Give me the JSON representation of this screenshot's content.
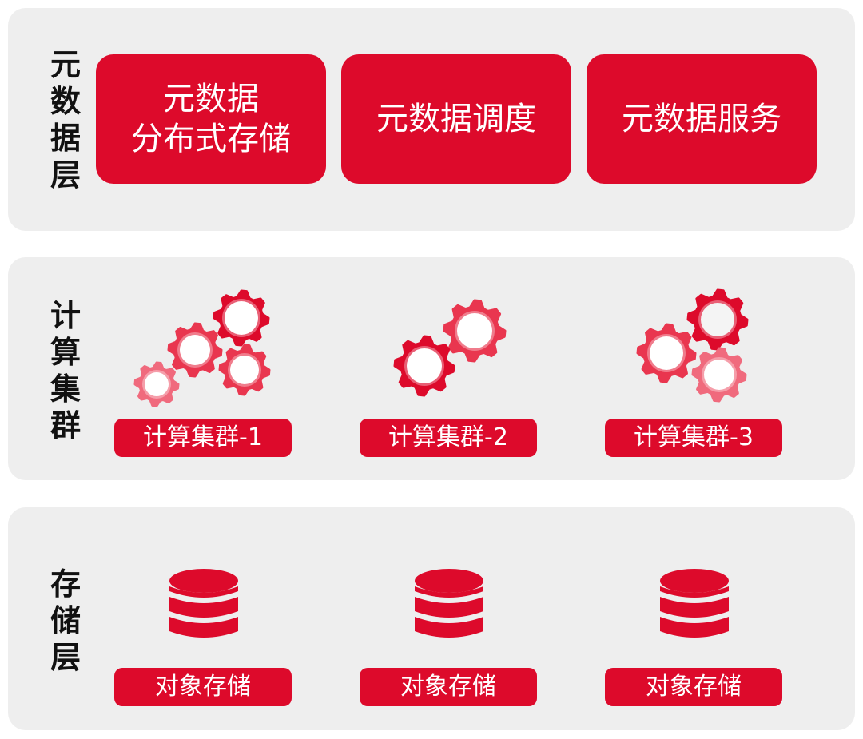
{
  "metadata_layer": {
    "label": "元数据层",
    "boxes": [
      {
        "text": "元数据\n分布式存储"
      },
      {
        "text": "元数据调度"
      },
      {
        "text": "元数据服务"
      }
    ]
  },
  "compute_layer": {
    "label": "计算集群",
    "clusters": [
      {
        "label": "计算集群-1"
      },
      {
        "label": "计算集群-2"
      },
      {
        "label": "计算集群-3"
      }
    ]
  },
  "storage_layer": {
    "label": "存储层",
    "stores": [
      {
        "label": "对象存储"
      },
      {
        "label": "对象存储"
      },
      {
        "label": "对象存储"
      }
    ]
  },
  "colors": {
    "panel": "#eeeeee",
    "primary_red": "#dd0a2b",
    "medium_red": "#e9364f",
    "light_red": "#f06a7d",
    "text_dark": "#111111"
  },
  "icons": [
    "gear-icon",
    "database-icon"
  ]
}
